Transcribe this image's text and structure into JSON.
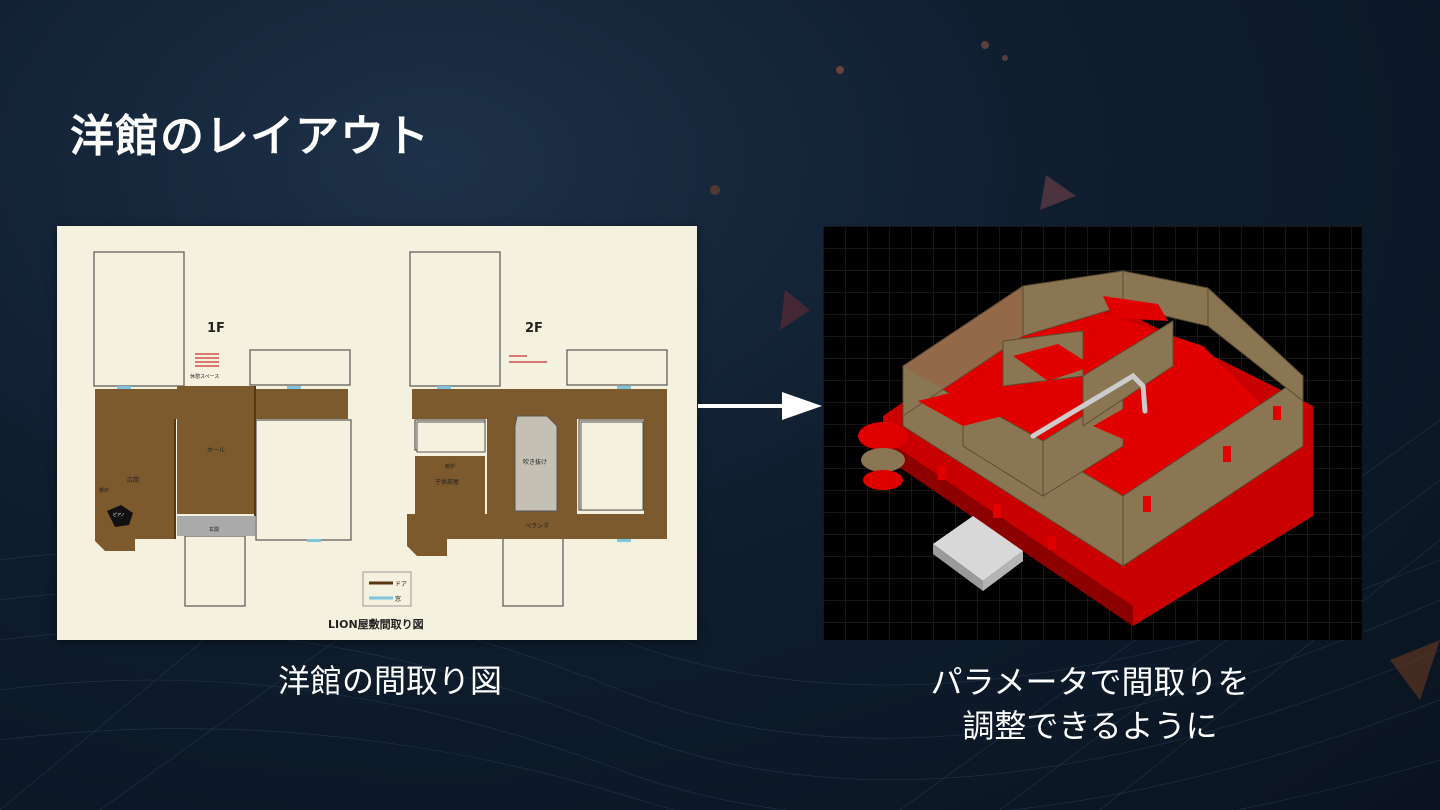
{
  "slide": {
    "title": "洋館のレイアウト",
    "left_caption": "洋館の間取り図",
    "right_caption_line1": "パラメータで間取りを",
    "right_caption_line2": "調整できるように"
  },
  "floorplan": {
    "floor1_label": "1F",
    "floor2_label": "2F",
    "rooms_1f": {
      "rest_space": "休憩スペース",
      "hall": "ホール",
      "drawing_room": "広間",
      "fireplace": "暖炉",
      "piano": "ピアノ",
      "entrance": "玄関"
    },
    "rooms_2f": {
      "atrium": "吹き抜け",
      "fireplace": "暖炉",
      "children_room": "子供部屋",
      "veranda": "ベランダ"
    },
    "legend": {
      "door": "ドア",
      "window": "窓",
      "door_color": "#5a3512",
      "window_color": "#7fc3dd"
    },
    "caption": "LION屋敷間取り図",
    "floor_color": "#7c5a2e",
    "paper_color": "#f5f1df"
  },
  "model3d": {
    "wall_color": "#8a7652",
    "floor_color": "#e00000",
    "grid_color": "#2a2a2a"
  }
}
